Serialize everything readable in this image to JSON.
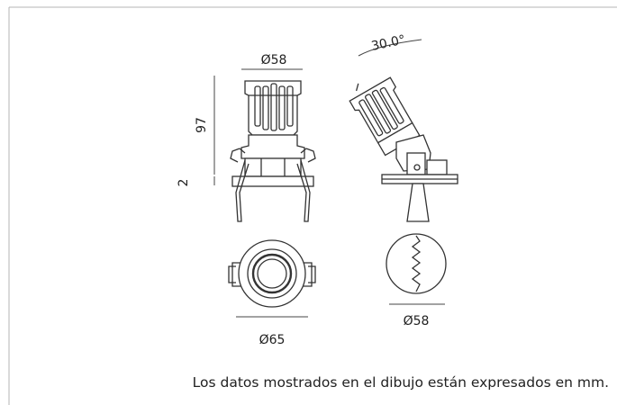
{
  "dimensions": {
    "top_width": "Ø58",
    "height": "97",
    "flange": "2",
    "tilt_angle": "30.0°",
    "outer_diameter": "Ø65",
    "cutout_diameter": "Ø58"
  },
  "footer": {
    "note": "Los datos mostrados en el dibujo están expresados en mm."
  },
  "colors": {
    "line": "#333333",
    "border": "#b4b4b4",
    "text": "#222222"
  }
}
